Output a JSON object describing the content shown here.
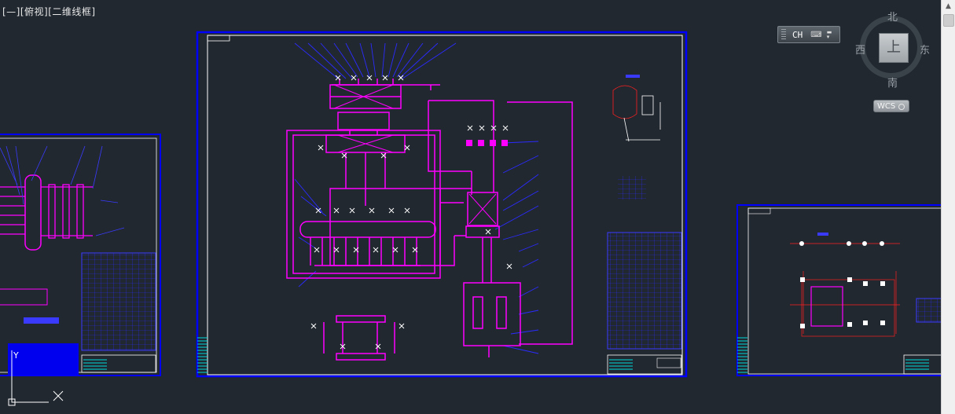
{
  "viewport": {
    "label": "[—][俯视][二维线框]"
  },
  "ime": {
    "lang": "CH",
    "keyboard_icon": "keyboard-icon",
    "menu_icon": "menu-icon"
  },
  "viewcube": {
    "north": "北",
    "south": "南",
    "east": "东",
    "west": "西",
    "face": "上",
    "wcs": "WCS"
  },
  "ucs": {
    "y_label": "Y",
    "x_label": "X"
  },
  "colors": {
    "background": "#212830",
    "sheet_border": "#0000ff",
    "piping": "#ff00ff",
    "annotation": "#2020ff",
    "text": "#ffffff",
    "hatch": "#00ffff",
    "dimension": "#ff0000"
  }
}
